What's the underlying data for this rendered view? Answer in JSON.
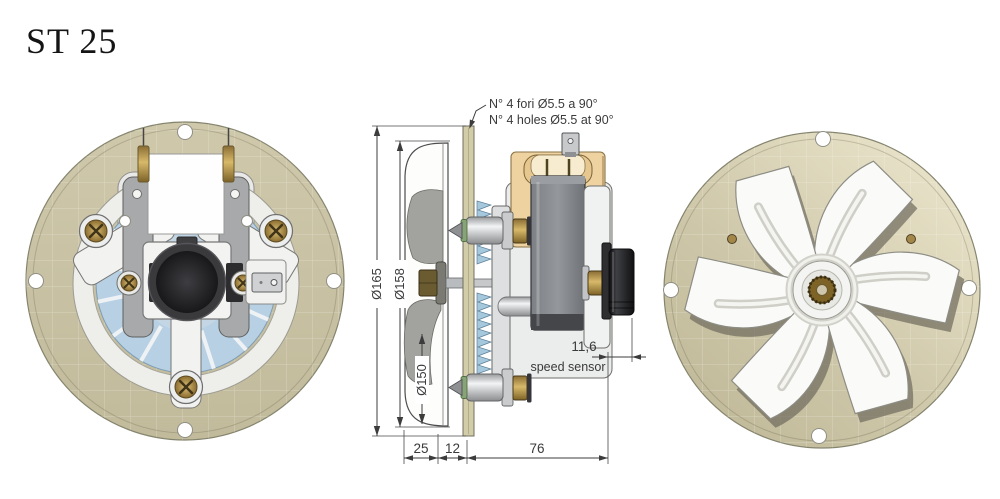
{
  "title": "ST 25",
  "annotations": {
    "holes_note_line1": "N° 4 fori Ø5.5 a 90°",
    "holes_note_line2": "N° 4 holes Ø5.5 at 90°",
    "speed_sensor": "speed sensor"
  },
  "dimensions": {
    "outer_diameter": "Ø165",
    "inner_diameter": "Ø158",
    "fan_inner_diameter": "Ø150",
    "fan_depth": "25",
    "plate_offset": "12",
    "motor_length": "76",
    "sensor_length": "11,6"
  },
  "colors": {
    "plate_tan": "#c9c2a3",
    "fan_blue": "#b7d0e3",
    "terminal_block_tan": "#eed2a0",
    "lamination_gray": "#85888d",
    "brass": "#b3924e",
    "sensor_black": "#1e1e20",
    "line": "#3c3c3c"
  }
}
